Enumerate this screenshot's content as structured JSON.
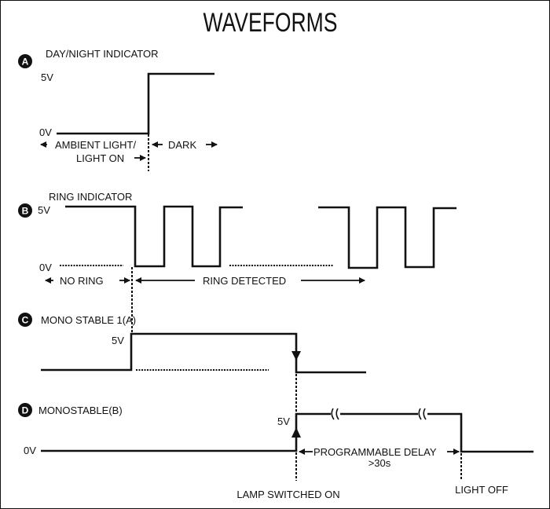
{
  "title": "WAVEFORMS",
  "colors": {
    "ink": "#111111",
    "background": "#ffffff"
  },
  "panels": [
    {
      "id": "A",
      "badge": "A",
      "name": "DAY/NIGHT INDICATOR",
      "high_label": "5V",
      "low_label": "0V",
      "annotations": [
        "AMBIENT LIGHT/",
        "LIGHT ON",
        "DARK"
      ]
    },
    {
      "id": "B",
      "badge": "B",
      "name": "RING INDICATOR",
      "high_label": "5V",
      "low_label": "0V",
      "annotations": [
        "NO RING",
        "RING DETECTED"
      ]
    },
    {
      "id": "C",
      "badge": "C",
      "name": "MONO STABLE 1(A)",
      "high_label": "5V"
    },
    {
      "id": "D",
      "badge": "D",
      "name": "MONOSTABLE(B)",
      "high_label": "5V",
      "low_label": "0V",
      "annotations": [
        "PROGRAMMABLE DELAY",
        ">30s",
        "LAMP SWITCHED ON",
        "LIGHT OFF"
      ]
    }
  ]
}
